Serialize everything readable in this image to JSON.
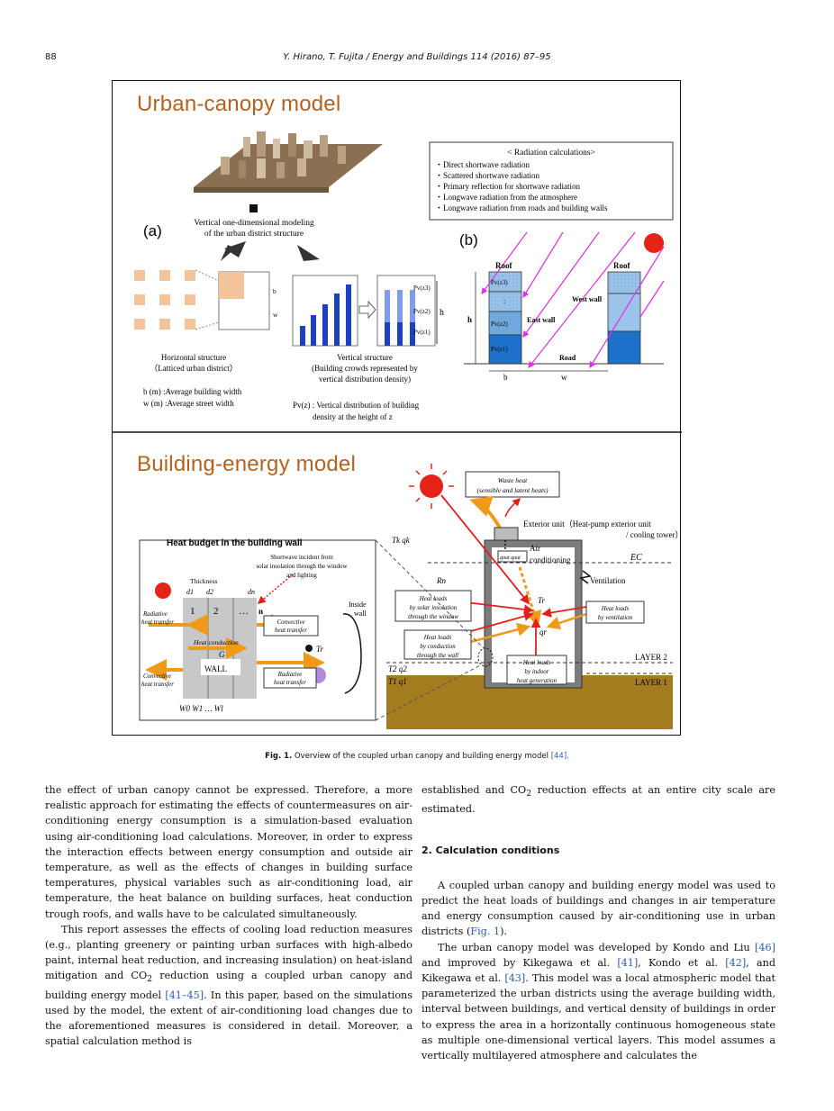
{
  "header": {
    "page_number": "88",
    "running_head": "Y. Hirano, T. Fujita / Energy and Buildings 114 (2016) 87–95"
  },
  "figure": {
    "top": {
      "title": "Urban-canopy model",
      "radiation_box": {
        "title": "< Radiation calculations>",
        "items": [
          "・Direct shortwave radiation",
          "・Scattered shortwave radiation",
          "・Primary reflection for shortwave radiation",
          "・Longwave radiation from the atmosphere",
          "・Longwave radiation from roads and building walls"
        ]
      },
      "label_a": "(a)",
      "label_b": "(b)",
      "vertical_modeling": [
        "Vertical one-dimensional modeling",
        "of the urban district structure"
      ],
      "horizontal_structure": [
        "Horizontal structure",
        "（Latticed urban district）"
      ],
      "vertical_structure": [
        "Vertical structure",
        "(Building crowds represented by",
        "vertical distribution density)"
      ],
      "legend_b": "b (m) :Average building width",
      "legend_w": "w (m) :Average street width",
      "legend_pv": [
        "Pv(z) : Vertical distribution of building",
        "density at the height of z"
      ],
      "pv_labels": [
        "Pv(z3)",
        "Pv(z2)",
        "Pv(z1)"
      ],
      "roof": "Roof",
      "roof2": "Roof",
      "west_wall": "West wall",
      "east_wall": "East wall",
      "road": "Road",
      "h": "h",
      "b": "b",
      "w": "w",
      "dots": ":"
    },
    "bottom": {
      "title": "Building-energy model",
      "waste_heat": [
        "Waste heat",
        "(sensible and latent heats)"
      ],
      "exterior_unit": [
        "Exterior unit（Heat-pump exterior unit",
        "/ cooling tower）"
      ],
      "air_conditioning": [
        "Air",
        "conditioning"
      ],
      "ec": "EC",
      "ventilation": "Ventilation",
      "tk_qk": "Tk   qk",
      "rn": "Rn",
      "tr": "Tr",
      "qr": "qr",
      "qout": "qout  qout",
      "heat_loads_solar": [
        "Heat loads",
        "by solar insolation",
        "through the window"
      ],
      "heat_loads_conduction": [
        "Heat loads",
        "by conduction",
        "through the wall"
      ],
      "heat_loads_indoor": [
        "Heat loads",
        "by indoor",
        "heat generation"
      ],
      "heat_loads_vent": [
        "Heat loads",
        "by ventilation"
      ],
      "layer2": "LAYER 2",
      "layer1": "LAYER 1",
      "t2q2": "T2  q2",
      "t1q1": "T1  q1",
      "wall_box": {
        "title": "Heat budget in the building wall",
        "shortwave": [
          "Shortwave incident from",
          "solar insolation through the window",
          "and lighting"
        ],
        "thickness": "Thickness",
        "d_labels": [
          "d1",
          "d2",
          "dn"
        ],
        "layers": [
          "1",
          "2",
          "…",
          "n"
        ],
        "radiative": [
          "Radiative",
          "heat transfer"
        ],
        "convective": [
          "Convective",
          "heat transfer"
        ],
        "heat_conduction": "Heat conduction",
        "g": "G",
        "wall": "WALL",
        "convective_in": [
          "Convective",
          "heat transfer"
        ],
        "radiative_in": [
          "Radiative",
          "heat transfer"
        ],
        "inside_wall": [
          "Inside",
          "wall"
        ],
        "tr": "Tr",
        "w_labels": "W0  W1   …         Wl"
      }
    },
    "caption_label": "Fig. 1.",
    "caption_text": "Overview of the coupled urban canopy and building energy model",
    "caption_ref": "[44]."
  },
  "body": {
    "left_p1": "the effect of urban canopy cannot be expressed. Therefore, a more realistic approach for estimating the effects of countermeasures on air-conditioning energy consumption is a simulation-based evaluation using air-conditioning load calculations. Moreover, in order to express the interaction effects between energy consumption and outside air temperature, as well as the effects of changes in building surface temperatures, physical variables such as air-conditioning load, air temperature, the heat balance on building surfaces, heat conduction trough roofs, and walls have to be calculated simultaneously.",
    "left_p2a": "This report assesses the effects of cooling load reduction measures (e.g., planting greenery or painting urban surfaces with high-albedo paint, internal heat reduction, and increasing insulation) on heat-island mitigation and CO",
    "left_p2b": " reduction using a coupled urban canopy and building energy model ",
    "left_p2_ref": "[41–45]",
    "left_p2c": ". In this paper, based on the simulations used by the model, the extent of air-conditioning load changes due to the aforementioned measures is considered in detail. Moreover, a spatial calculation method is",
    "right_p1a": "established and CO",
    "right_p1b": " reduction effects at an entire city scale are estimated.",
    "section_title": "2.  Calculation conditions",
    "right_p2a": "A coupled urban canopy and building energy model was used to predict the heat loads of buildings and changes in air temperature and energy consumption caused by air-conditioning use in urban districts (",
    "right_p2_ref": "Fig. 1",
    "right_p2b": ").",
    "right_p3a": "The urban canopy model was developed by Kondo and Liu ",
    "ref46": "[46]",
    "right_p3b": " and improved by Kikegawa et al. ",
    "ref41": "[41]",
    "right_p3c": ", Kondo et al. ",
    "ref42": "[42]",
    "right_p3d": ", and Kikegawa et al. ",
    "ref43": "[43]",
    "right_p3e": ". This model was a local atmospheric model that parameterized the urban districts using the average building width, interval between buildings, and vertical density of buildings in order to express the area in a horizontally continuous homogeneous state as multiple one-dimensional vertical layers. This model assumes a vertically multilayered atmosphere and calculates the",
    "co2_sub": "2"
  }
}
